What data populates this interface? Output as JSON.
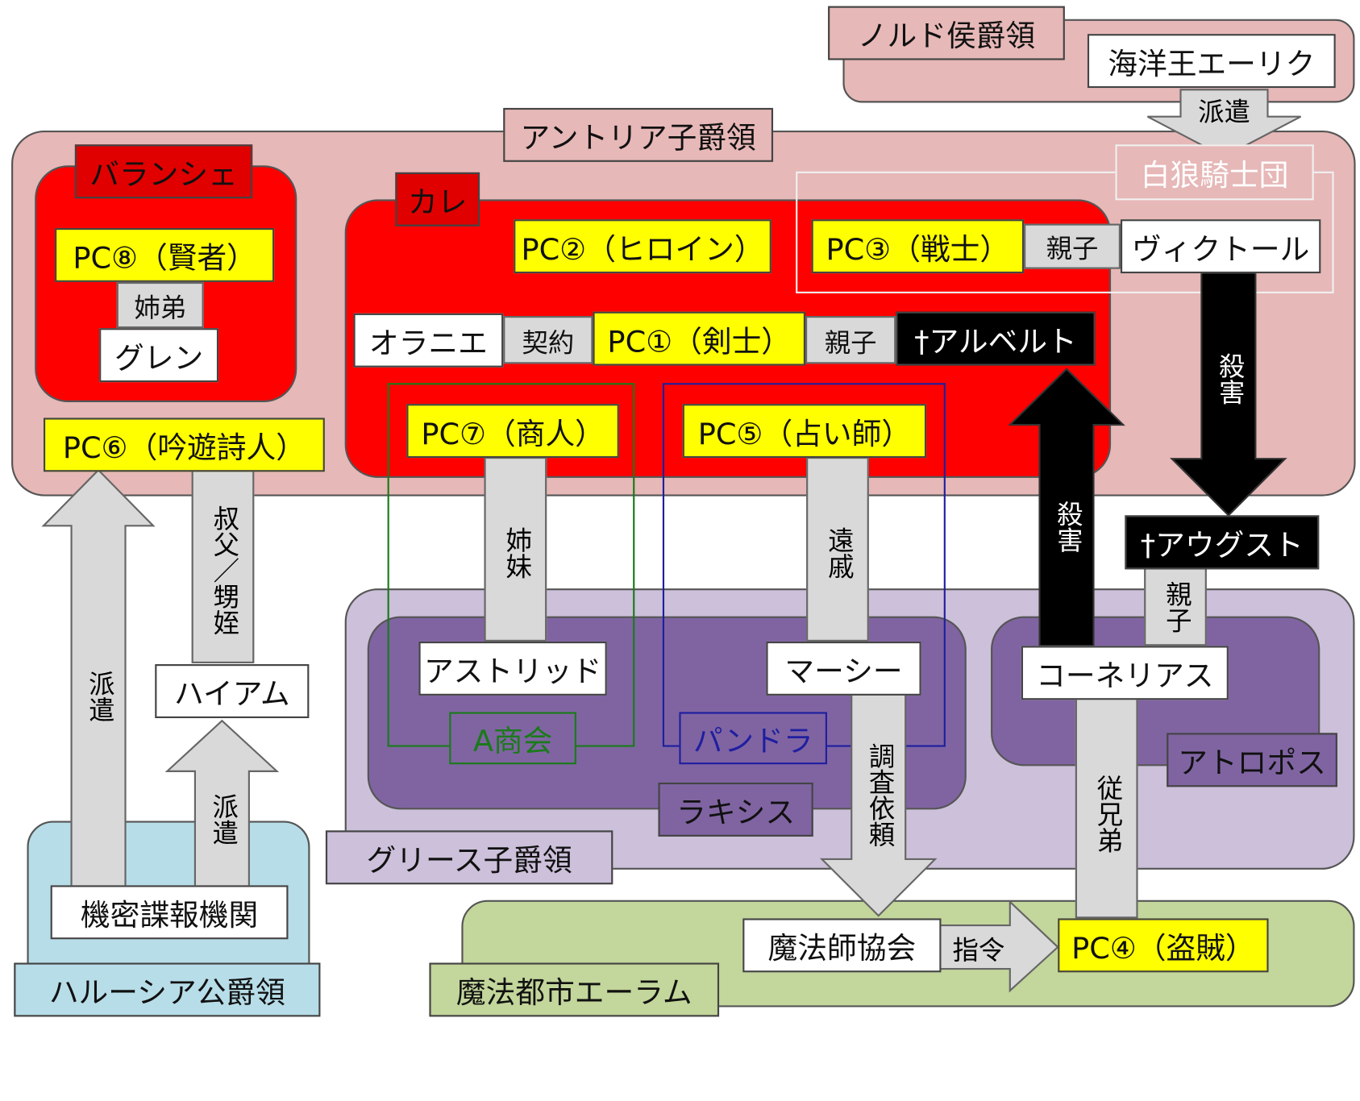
{
  "regions": {
    "nold": "ノルド侯爵領",
    "antoria": "アントリア子爵領",
    "balanche": "バランシェ",
    "kare": "カレ",
    "white_wolf": "白狼騎士団",
    "gries": "グリース子爵領",
    "lachesis": "ラキシス",
    "atropos": "アトロポス",
    "a_company": "A商会",
    "pandora": "パンドラ",
    "magic_city": "魔法都市エーラム",
    "halcia": "ハルーシア公爵領"
  },
  "nodes": {
    "erik": "海洋王エーリク",
    "pc8": "PC⑧（賢者）",
    "glen": "グレン",
    "pc2": "PC②（ヒロイン）",
    "pc3": "PC③（戦士）",
    "victor": "ヴィクトール",
    "oranie": "オラニエ",
    "pc1": "PC①（剣士）",
    "albert": "†アルベルト",
    "pc7": "PC⑦（商人）",
    "pc5": "PC⑤（占い師）",
    "pc6": "PC⑥（吟遊詩人）",
    "august": "†アウグスト",
    "astrid": "アストリッド",
    "mercy": "マーシー",
    "cornelius": "コーネリアス",
    "hiam": "ハイアム",
    "agency": "機密諜報機関",
    "guild": "魔法師協会",
    "pc4": "PC④（盗賊）"
  },
  "relations": {
    "dispatch_top": "派遣",
    "siblings_8": "姉弟",
    "contract": "契約",
    "parent1": "親子",
    "parent3": "親子",
    "kill_victor": "殺害",
    "kill_cornelius": "殺害",
    "sisters": "姉妹",
    "relative": "遠戚",
    "parent_august": "親子",
    "uncle": "叔父／甥姪",
    "dispatch_left": "派遣",
    "dispatch_hiam": "派遣",
    "investigation": "調査依頼",
    "cousin": "従兄弟",
    "order": "指令"
  },
  "colors": {
    "pink_region": "#e6b8b7",
    "red_city": "#ff0000",
    "purple_light": "#ccc0da",
    "purple_dark": "#8064a2",
    "blue_light": "#b7dde8",
    "green_light": "#c3d69b",
    "pc_yellow": "#ffff00",
    "relation_gray": "#d9d9d9",
    "a_company_green": "#1a7a1a",
    "pandora_blue": "#1f1f9f"
  }
}
